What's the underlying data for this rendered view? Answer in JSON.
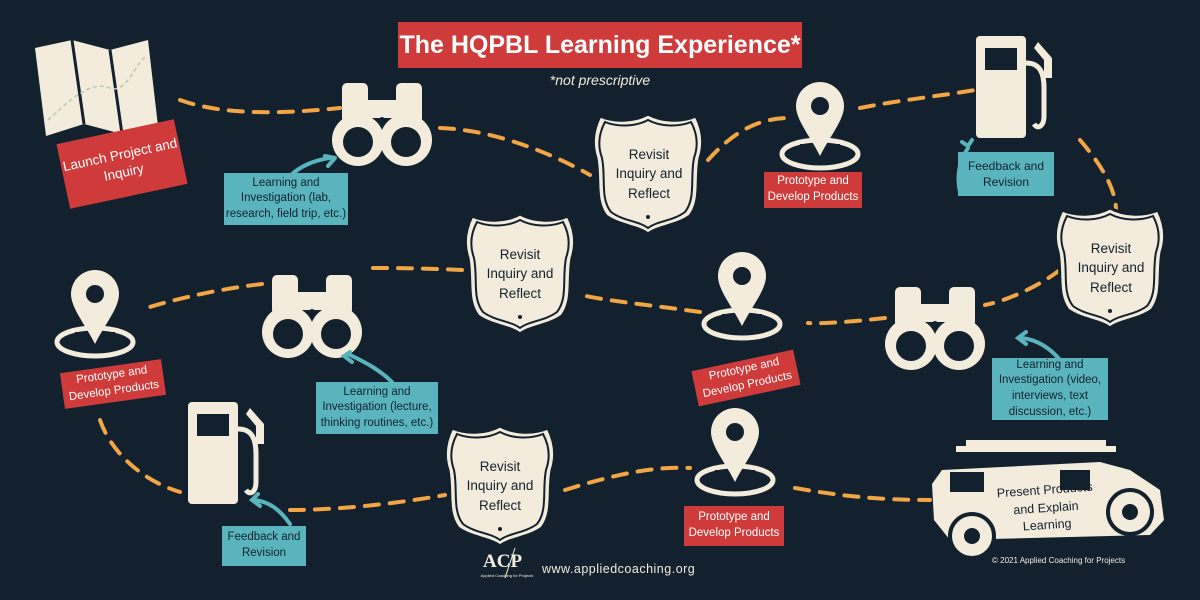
{
  "title": "The HQPBL Learning Experience*",
  "subtitle": "*not prescriptive",
  "labels": {
    "launch": "Launch Project and Inquiry",
    "learn1": "Learning and Investigation (lab, research, field trip, etc.)",
    "learn2": "Learning and Investigation (lecture, thinking routines, etc.)",
    "learn3": "Learning and Investigation (video, interviews, text discussion, etc.)",
    "revisit": "Revisit Inquiry and Reflect",
    "prototype": "Prototype and Develop Products",
    "feedback": "Feedback and Revision",
    "present": "Present Products and Explain Learning"
  },
  "footer": {
    "logo": "ACP",
    "logo_sub": "Applied Coaching for Projects",
    "url": "www.appliedcoaching.org",
    "copyright": "© 2021 Applied Coaching for Projects"
  },
  "colors": {
    "background": "#13212f",
    "red_label": "#cf3b3b",
    "teal_label": "#5ab4bd",
    "path_dash": "#f2a544",
    "icon_cream": "#f3ecdc"
  }
}
